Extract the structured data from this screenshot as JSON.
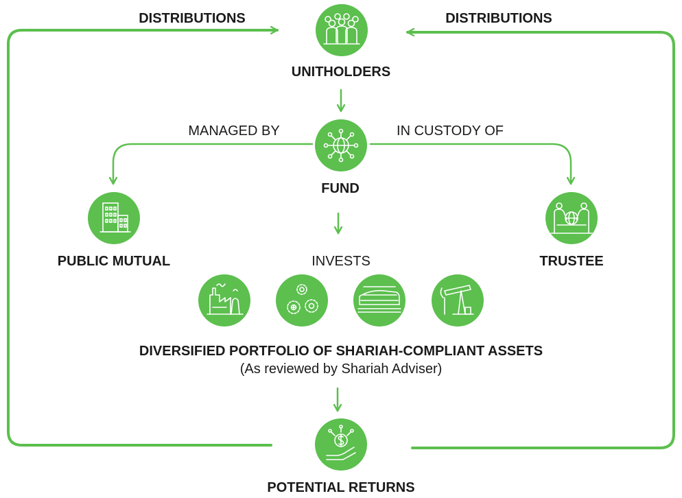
{
  "colors": {
    "accent": "#5cbf4e",
    "text": "#1a1a1a",
    "icon_stroke": "#ffffff"
  },
  "labels": {
    "distributions_left": "DISTRIBUTIONS",
    "distributions_right": "DISTRIBUTIONS",
    "unitholders": "UNITHOLDERS",
    "managed_by": "MANAGED BY",
    "in_custody_of": "IN CUSTODY OF",
    "fund": "FUND",
    "public_mutual": "PUBLIC MUTUAL",
    "trustee": "TRUSTEE",
    "invests": "INVESTS",
    "portfolio_title": "DIVERSIFIED PORTFOLIO OF SHARIAH-COMPLIANT ASSETS",
    "portfolio_note": "(As reviewed by Shariah Adviser)",
    "potential_returns": "POTENTIAL RETURNS"
  },
  "icons": {
    "unitholders": "group-of-people-icon",
    "fund": "globe-network-icon",
    "public_mutual": "office-building-icon",
    "trustee": "handshake-globe-icon",
    "assets": [
      "industrial-factory-icon",
      "gears-icon",
      "high-speed-train-icon",
      "oil-pump-icon"
    ],
    "returns": "hand-with-dollar-coin-icon"
  }
}
